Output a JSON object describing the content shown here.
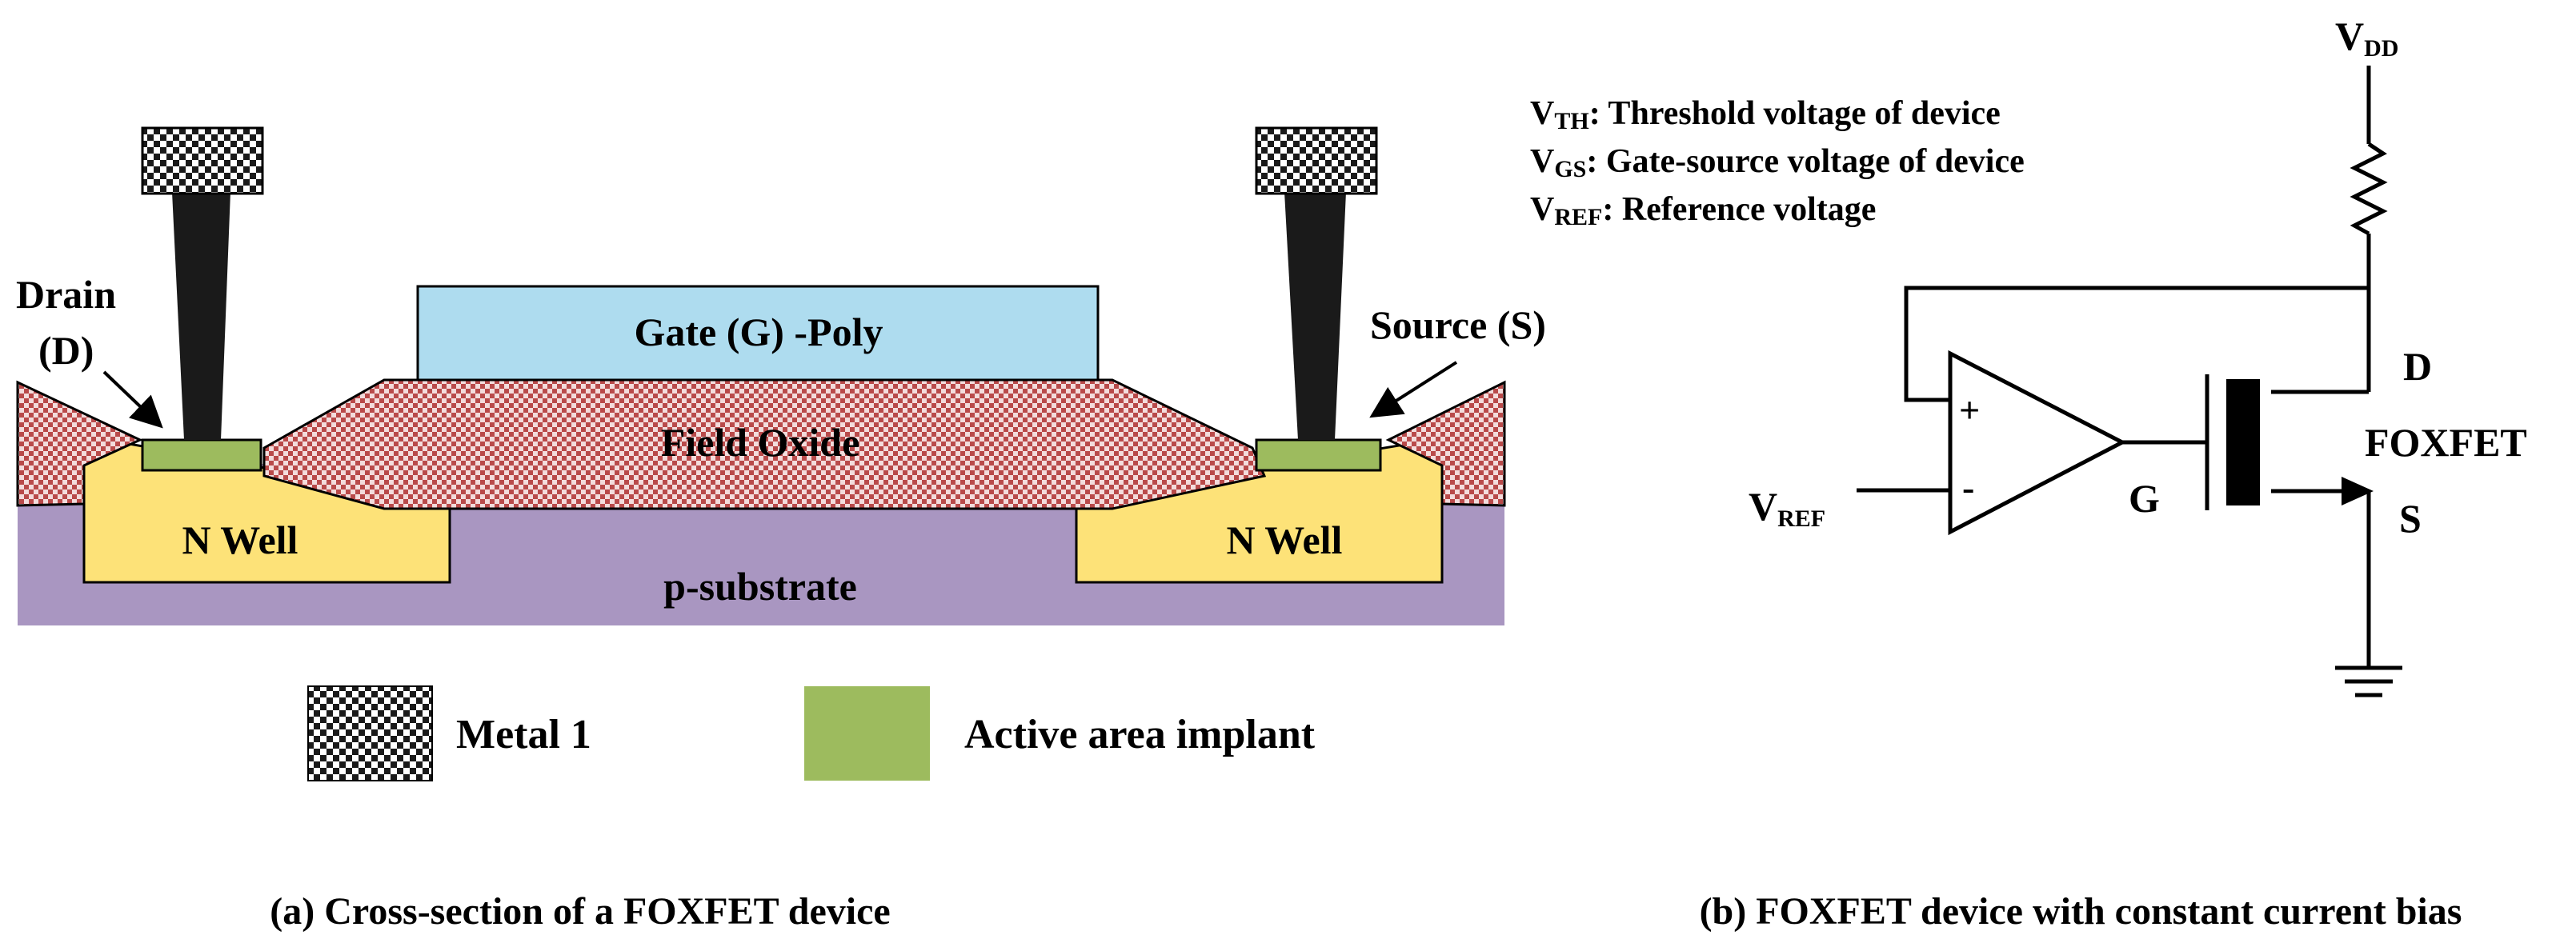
{
  "colors": {
    "n_well": "#fde278",
    "p_substrate": "#a996c1",
    "gate_poly": "#aedcef",
    "field_oxide_base": "#f3dcdc",
    "field_oxide_check": "#b94a4a",
    "active_area_implant": "#9dbb5e",
    "metal_base": "#ffffff",
    "metal_check": "#1a1a1a",
    "contact_plug": "#1a1a1a",
    "outline": "#000000"
  },
  "cross_section": {
    "drain_label_line1": "Drain",
    "drain_label_line2": "(D)",
    "source_label": "Source (S)",
    "gate_label": "Gate (G) -Poly",
    "field_oxide_label": "Field Oxide",
    "n_well_left_label": "N Well",
    "n_well_right_label": "N Well",
    "substrate_label": "p-substrate",
    "caption": "(a) Cross-section of a FOXFET device"
  },
  "legend": {
    "metal_label": "Metal 1",
    "metal_icon": "checker-swatch",
    "implant_label": "Active area implant",
    "implant_icon": "solid-swatch"
  },
  "notes": {
    "vth_main": "V",
    "vth_sub": "TH",
    "vth_text": ": Threshold voltage of device",
    "vgs_main": "V",
    "vgs_sub": "GS",
    "vgs_text": ": Gate-source voltage of device",
    "vref_main": "V",
    "vref_sub": "REF",
    "vref_text": ": Reference voltage"
  },
  "circuit": {
    "vdd_main": "V",
    "vdd_sub": "DD",
    "vref_main": "V",
    "vref_sub": "REF",
    "plus_sign": "+",
    "minus_sign": "-",
    "drain_label": "D",
    "device_label": "FOXFET",
    "gate_label": "G",
    "source_label": "S",
    "resistor_icon": "resistor-zigzag-icon",
    "ground_icon": "ground-icon",
    "caption": "(b) FOXFET device with constant current bias"
  }
}
